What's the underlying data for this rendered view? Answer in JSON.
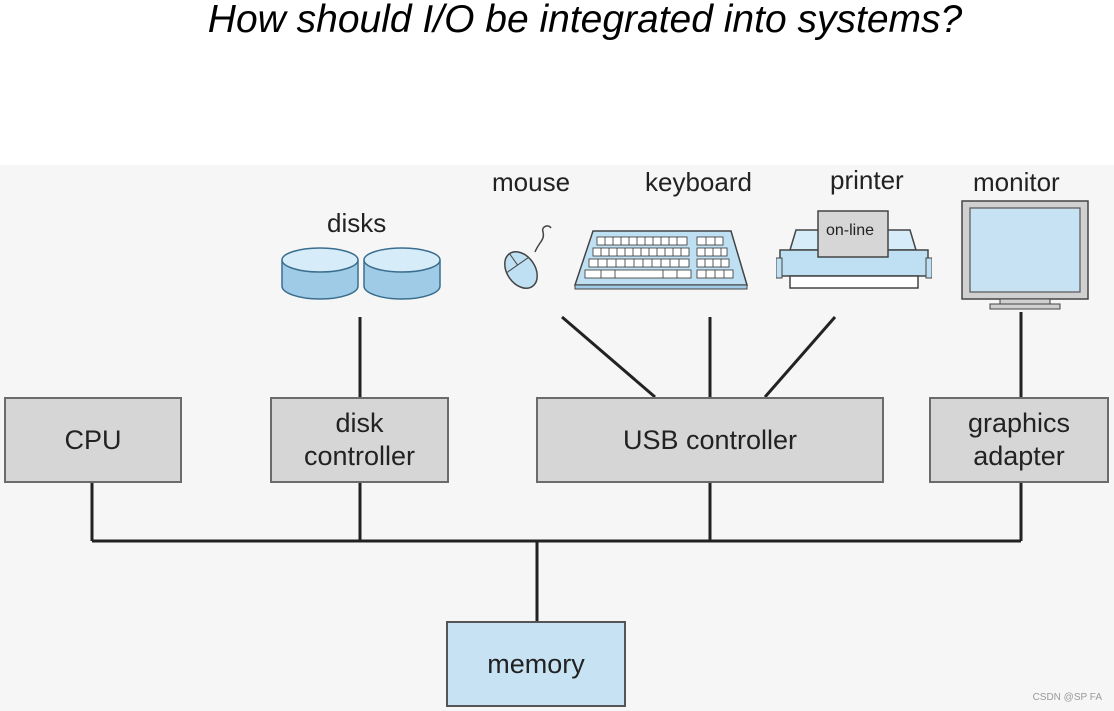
{
  "title": "How should I/O be integrated into systems?",
  "devices": {
    "disks": "disks",
    "mouse": "mouse",
    "keyboard": "keyboard",
    "printer": "printer",
    "printer_status": "on-line",
    "monitor": "monitor"
  },
  "components": {
    "cpu": "CPU",
    "disk_controller_line1": "disk",
    "disk_controller_line2": "controller",
    "usb_controller": "USB controller",
    "graphics_line1": "graphics",
    "graphics_line2": "adapter",
    "memory": "memory"
  },
  "watermark": "CSDN @SP FA",
  "colors": {
    "device_blue": "#bfe0f2",
    "box_gray": "#d6d6d6",
    "memory_blue": "#c7e3f3"
  }
}
